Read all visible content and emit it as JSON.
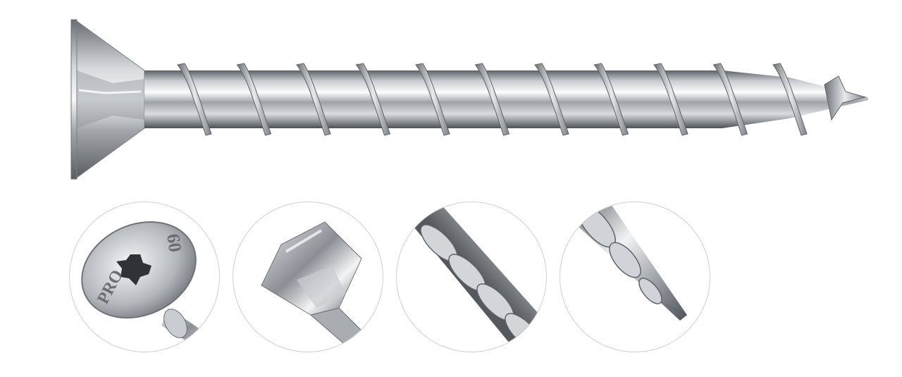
{
  "product": {
    "head_stamp": {
      "brand": "PRO",
      "size": "60"
    }
  },
  "details": [
    {
      "name": "top-of-head"
    },
    {
      "name": "countersunk-underside"
    },
    {
      "name": "thread"
    },
    {
      "name": "drill-tip"
    }
  ],
  "colors": {
    "background": "#ffffff",
    "steel_light": "#f4f5f6",
    "steel_mid": "#b9bcc0",
    "steel_dark": "#55595e",
    "circle_border": "#cfcfcf"
  }
}
